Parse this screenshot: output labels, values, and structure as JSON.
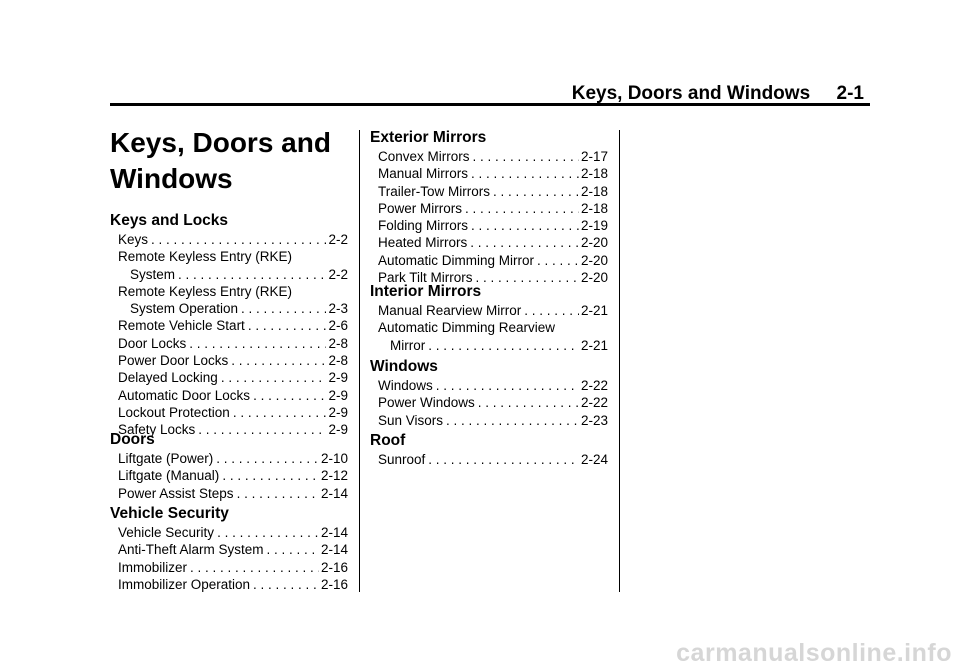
{
  "header": {
    "title": "Keys, Doors and Windows     2-1"
  },
  "chapter": {
    "title_line1": "Keys, Doors and",
    "title_line2": "Windows"
  },
  "sections": {
    "keys_and_locks": {
      "title": "Keys and Locks",
      "entries": [
        {
          "text": "Keys",
          "page": "2-2"
        },
        {
          "text": "Remote Keyless Entry (RKE)",
          "text2": "System",
          "page": "2-2"
        },
        {
          "text": "Remote Keyless Entry (RKE)",
          "text2": "System Operation",
          "page": "2-3"
        },
        {
          "text": "Remote Vehicle Start",
          "page": "2-6"
        },
        {
          "text": "Door Locks",
          "page": "2-8"
        },
        {
          "text": "Power Door Locks",
          "page": "2-8"
        },
        {
          "text": "Delayed Locking",
          "page": "2-9"
        },
        {
          "text": "Automatic Door Locks",
          "page": "2-9"
        },
        {
          "text": "Lockout Protection",
          "page": "2-9"
        },
        {
          "text": "Safety Locks",
          "page": "2-9"
        }
      ]
    },
    "doors": {
      "title": "Doors",
      "entries": [
        {
          "text": "Liftgate (Power)",
          "page": "2-10"
        },
        {
          "text": "Liftgate (Manual)",
          "page": "2-12"
        },
        {
          "text": "Power Assist Steps",
          "page": "2-14"
        }
      ]
    },
    "vehicle_security": {
      "title": "Vehicle Security",
      "entries": [
        {
          "text": "Vehicle Security",
          "page": "2-14"
        },
        {
          "text": "Anti-Theft Alarm System",
          "page": "2-14"
        },
        {
          "text": "Immobilizer",
          "page": "2-16"
        },
        {
          "text": "Immobilizer Operation",
          "page": "2-16"
        }
      ]
    },
    "exterior_mirrors": {
      "title": "Exterior Mirrors",
      "entries": [
        {
          "text": "Convex Mirrors",
          "page": "2-17"
        },
        {
          "text": "Manual Mirrors",
          "page": "2-18"
        },
        {
          "text": "Trailer-Tow Mirrors",
          "page": "2-18"
        },
        {
          "text": "Power Mirrors",
          "page": "2-18"
        },
        {
          "text": "Folding Mirrors",
          "page": "2-19"
        },
        {
          "text": "Heated Mirrors",
          "page": "2-20"
        },
        {
          "text": "Automatic Dimming Mirror",
          "page": "2-20"
        },
        {
          "text": "Park Tilt Mirrors",
          "page": "2-20"
        }
      ]
    },
    "interior_mirrors": {
      "title": "Interior Mirrors",
      "entries": [
        {
          "text": "Manual Rearview Mirror",
          "page": "2-21"
        },
        {
          "text": "Automatic Dimming Rearview",
          "text2": "Mirror",
          "page": "2-21"
        }
      ]
    },
    "windows": {
      "title": "Windows",
      "entries": [
        {
          "text": "Windows",
          "page": "2-22"
        },
        {
          "text": "Power Windows",
          "page": "2-22"
        },
        {
          "text": "Sun Visors",
          "page": "2-23"
        }
      ]
    },
    "roof": {
      "title": "Roof",
      "entries": [
        {
          "text": "Sunroof",
          "page": "2-24"
        }
      ]
    }
  },
  "watermark": {
    "text": "carmanualsonline.info"
  }
}
